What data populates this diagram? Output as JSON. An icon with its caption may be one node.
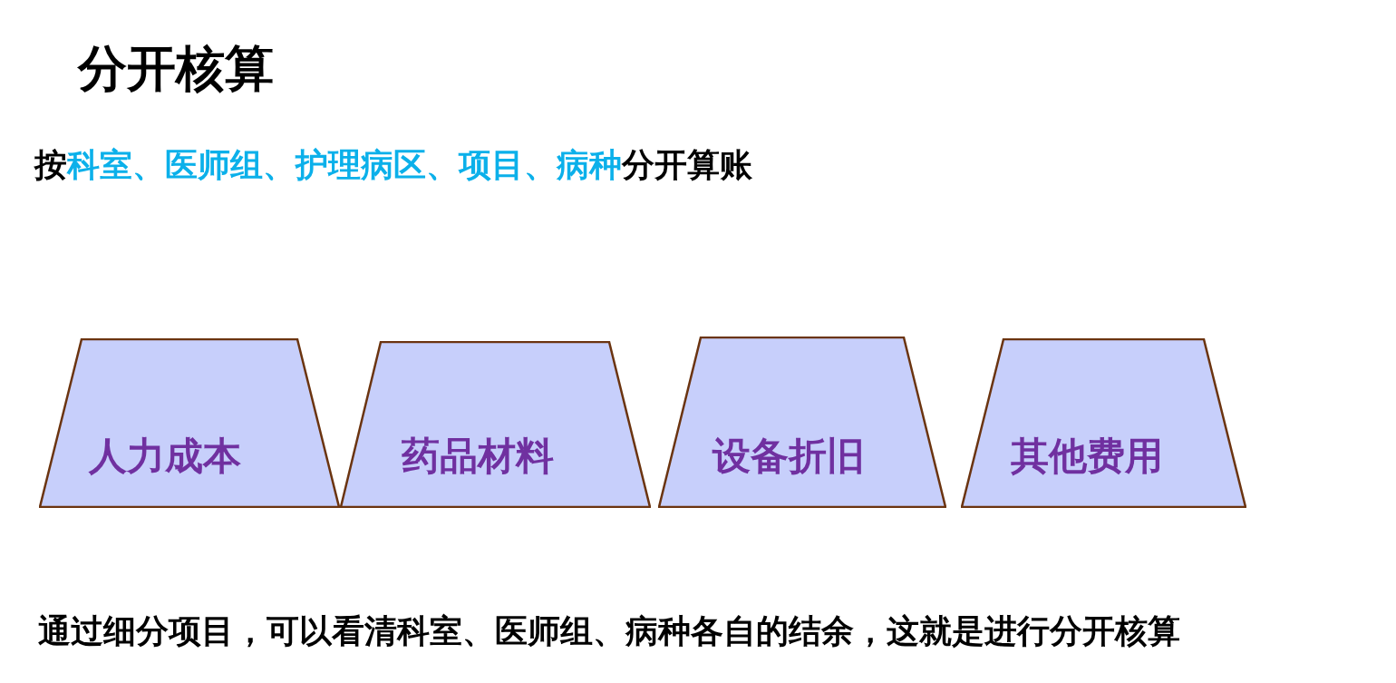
{
  "diagram": {
    "title": "分开核算",
    "nodes": [
      {
        "text": [
          "人力成本"
        ]
      },
      {
        "text": [
          "药品材料"
        ]
      },
      {
        "text": [
          "设备折旧"
        ]
      },
      {
        "text": [
          "其他费用"
        ]
      }
    ],
    "edges": [],
    "labels": [
      "按",
      "科室、医师组、护理病区、项目、病种",
      "分开算账",
      "通过细分项目，可以看清科室、医师组、病种各自的结余，这就是进行分开核算"
    ]
  }
}
